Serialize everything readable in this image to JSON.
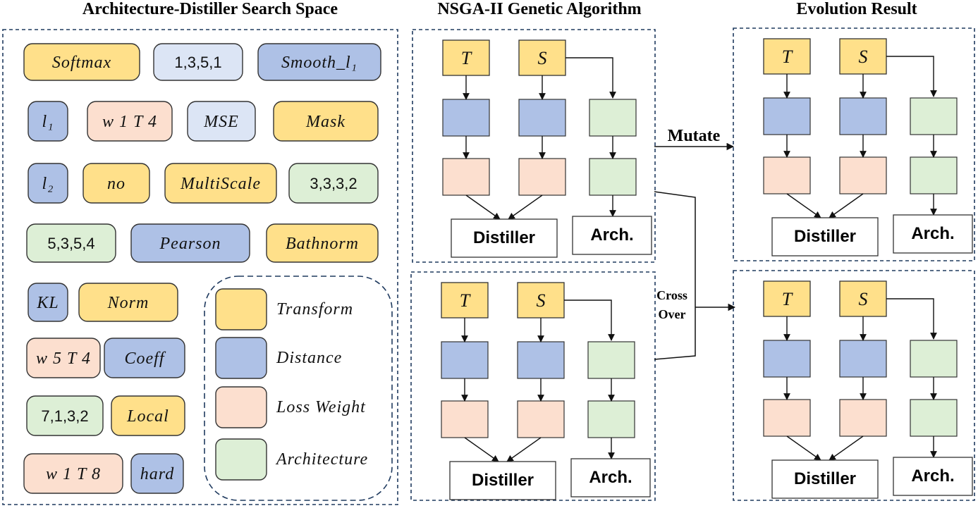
{
  "titles": {
    "search_space": "Architecture-Distiller Search Space",
    "nsga": "NSGA-II Genetic Algorithm",
    "evolution": "Evolution Result"
  },
  "colors": {
    "transform": "#FFE08A",
    "distance": "#AEC1E6",
    "loss_weight": "#FCDFCF",
    "architecture": "#DDEFD6",
    "lightblue": "#DCE5F5",
    "border": "#333333",
    "dashed": "#1F3A5F"
  },
  "chips": [
    {
      "label": "Softmax",
      "kind": "transform",
      "style": "italic"
    },
    {
      "label": "1,3,5,1",
      "kind": "lightblue",
      "style": "num"
    },
    {
      "label": "Smooth_l₁",
      "kind": "distance",
      "style": "italic"
    },
    {
      "label": "l₁",
      "kind": "distance",
      "style": "italic"
    },
    {
      "label": "w 1 T 4",
      "kind": "loss_weight",
      "style": "italic"
    },
    {
      "label": "MSE",
      "kind": "lightblue",
      "style": "italic"
    },
    {
      "label": "Mask",
      "kind": "transform",
      "style": "italic"
    },
    {
      "label": "l₂",
      "kind": "distance",
      "style": "italic"
    },
    {
      "label": "no",
      "kind": "transform",
      "style": "italic"
    },
    {
      "label": "MultiScale",
      "kind": "transform",
      "style": "italic"
    },
    {
      "label": "3,3,3,2",
      "kind": "architecture",
      "style": "num"
    },
    {
      "label": "5,3,5,4",
      "kind": "architecture",
      "style": "num"
    },
    {
      "label": "Pearson",
      "kind": "distance",
      "style": "italic"
    },
    {
      "label": "Bathnorm",
      "kind": "transform",
      "style": "italic"
    },
    {
      "label": "KL",
      "kind": "distance",
      "style": "italic"
    },
    {
      "label": "Norm",
      "kind": "transform",
      "style": "italic"
    },
    {
      "label": "w 5 T 4",
      "kind": "loss_weight",
      "style": "italic"
    },
    {
      "label": "Coeff",
      "kind": "distance",
      "style": "italic"
    },
    {
      "label": "7,1,3,2",
      "kind": "architecture",
      "style": "num"
    },
    {
      "label": "Local",
      "kind": "transform",
      "style": "italic"
    },
    {
      "label": "w 1 T 8",
      "kind": "loss_weight",
      "style": "italic"
    },
    {
      "label": "hard",
      "kind": "distance",
      "style": "italic"
    }
  ],
  "legend": [
    {
      "label": "Transform",
      "kind": "transform"
    },
    {
      "label": "Distance",
      "kind": "distance"
    },
    {
      "label": "Loss Weight",
      "kind": "loss_weight"
    },
    {
      "label": "Architecture",
      "kind": "architecture"
    }
  ],
  "pipeline": {
    "teacher": "T",
    "student": "S",
    "distiller": "Distiller",
    "arch": "Arch."
  },
  "operations": {
    "mutate": "Mutate",
    "cross": "Cross",
    "over": "Over"
  }
}
